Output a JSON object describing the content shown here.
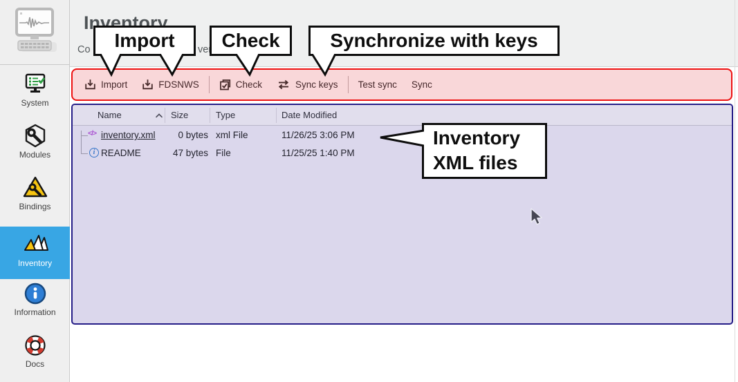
{
  "page": {
    "title": "Inventory",
    "subtitle_fragments": {
      "left": "Co",
      "right": "ver"
    }
  },
  "sidebar": {
    "selected": "Inventory",
    "items": [
      {
        "label": "System",
        "icon": "system-monitor-check-icon"
      },
      {
        "label": "Modules",
        "icon": "module-wrench-icon"
      },
      {
        "label": "Bindings",
        "icon": "warning-wrench-icon"
      },
      {
        "label": "Inventory",
        "icon": "station-triangles-icon"
      },
      {
        "label": "Information",
        "icon": "info-circle-icon"
      },
      {
        "label": "Docs",
        "icon": "lifebuoy-icon"
      }
    ]
  },
  "toolbar": {
    "buttons": [
      {
        "label": "Import",
        "icon": "download-icon"
      },
      {
        "label": "FDSNWS",
        "icon": "download-icon"
      },
      {
        "label": "Check",
        "icon": "checkbox-icon"
      },
      {
        "label": "Sync keys",
        "icon": "sync-arrows-icon"
      },
      {
        "label": "Test sync",
        "icon": "none"
      },
      {
        "label": "Sync",
        "icon": "none"
      }
    ]
  },
  "file_table": {
    "columns": [
      "Name",
      "Size",
      "Type",
      "Date Modified"
    ],
    "sort": {
      "column": "Name",
      "direction": "ascending"
    },
    "rows": [
      {
        "icon": "xml-code-icon",
        "icon_text": "</>",
        "name": "inventory.xml",
        "size": "0 bytes",
        "type": "xml File",
        "date_modified": "11/26/25 3:06 PM"
      },
      {
        "icon": "info-outline-icon",
        "icon_text": "i",
        "name": "README",
        "size": "47 bytes",
        "type": "File",
        "date_modified": "11/25/25 1:40 PM"
      }
    ]
  },
  "annotations": {
    "callouts": [
      {
        "text": "Import"
      },
      {
        "text": "Check"
      },
      {
        "text": "Synchronize with keys"
      },
      {
        "lines": [
          "Inventory",
          "XML files"
        ]
      }
    ]
  },
  "colors": {
    "toolbar_highlight_border": "#ed1111",
    "toolbar_highlight_fill": "#f9d7d9",
    "table_highlight_border": "#251d87",
    "table_highlight_fill": "#dbd7ec",
    "sidebar_selected": "#38a6e4",
    "callout_border": "#0c0c0c"
  }
}
